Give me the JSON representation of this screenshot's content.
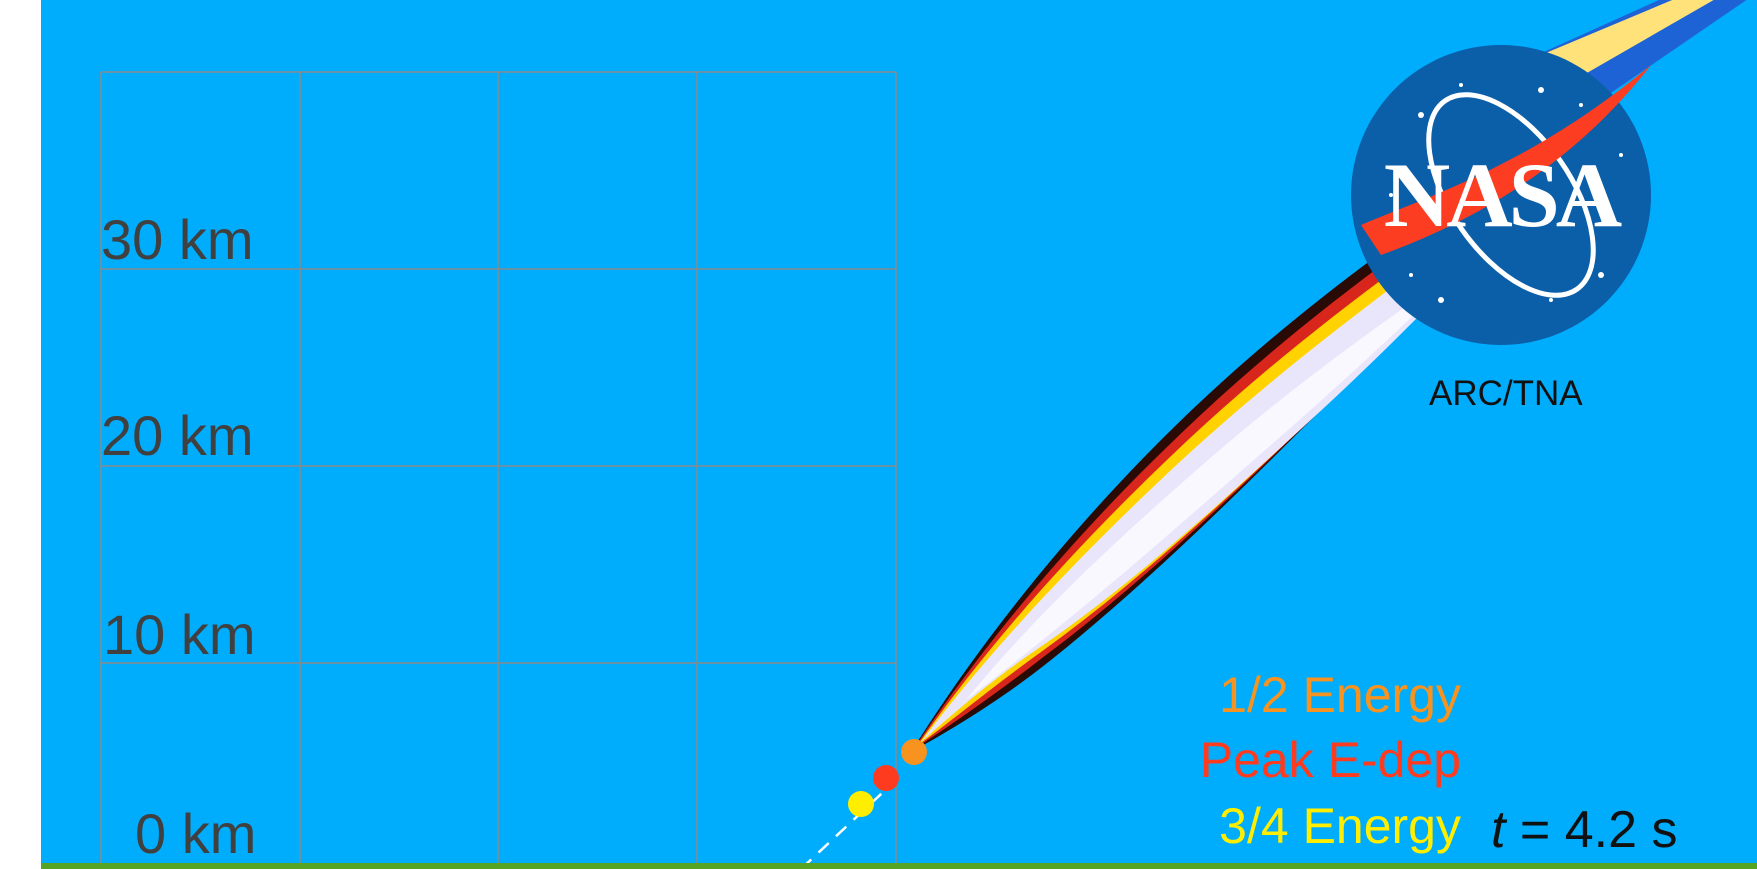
{
  "altitude_labels": [
    "30 km",
    "20 km",
    "10 km",
    "0 km"
  ],
  "legend": [
    {
      "label": "1/2 Energy",
      "color": "#f7931e"
    },
    {
      "label": "Peak E-dep",
      "color": "#ff3b1f"
    },
    {
      "label": "3/4 Energy",
      "color": "#ffee00"
    }
  ],
  "logo": {
    "text": "NASA",
    "credit": "ARC/TNA"
  },
  "time": {
    "symbol": "t",
    "value": "= 4.2 s"
  },
  "colors": {
    "sky": "#00adfd",
    "ground": "#57a425",
    "grid": "#8a8a8a",
    "logo_blue": "#0b5ea8",
    "swoosh": "#fc3d21"
  }
}
